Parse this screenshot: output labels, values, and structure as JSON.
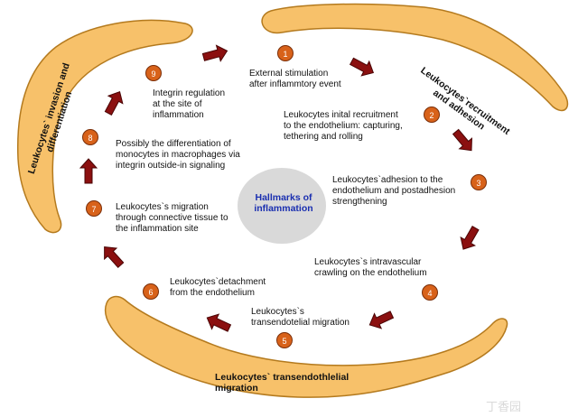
{
  "center": {
    "title": "Hallmarks of\ninflammation"
  },
  "bands": {
    "top_right": "Leukocytes`recruitment\nand adhesion",
    "left": "Leukocytes` invasion and\ndifferentiation",
    "bottom": "Leukocytes` transendothlelial\nmigration"
  },
  "steps": [
    {
      "number": "1",
      "text": "External stimulation\nafter inflammtory event"
    },
    {
      "number": "2",
      "text": "Leukocytes inital recruitment\nto the endothelium: capturing,\ntethering and rolling"
    },
    {
      "number": "3",
      "text": "Leukocytes`adhesion to the\nendothelium and postadhesion\nstrengthening"
    },
    {
      "number": "4",
      "text": "Leukocytes`s intravascular\ncrawling on the endothelium"
    },
    {
      "number": "5",
      "text": "Leukocytes`s\ntransendotelial migration"
    },
    {
      "number": "6",
      "text": "Leukocytes`detachment\nfrom the endothelium"
    },
    {
      "number": "7",
      "text": "Leukocytes`s migration\nthrough connective tissue to\nthe inflammation site"
    },
    {
      "number": "8",
      "text": "Possibly the differentiation of\nmonocytes in macrophages via\nintegrin outside-in signaling"
    },
    {
      "number": "9",
      "text": "Integrin regulation\nat the site of\ninflammation"
    }
  ],
  "watermark": "丁香园",
  "colors": {
    "band_fill": "#f7c16a",
    "band_stroke": "#b47a1e",
    "arrow": "#8b1010",
    "step_circle": "#d8621a",
    "center_circle": "#d9d9d9",
    "center_text": "#1a2fb0"
  }
}
